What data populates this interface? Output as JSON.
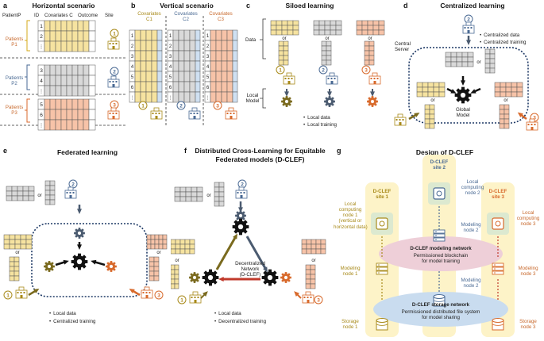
{
  "panels": {
    "a": {
      "letter": "a",
      "title": "Horizontal scenario",
      "patientp": "PatientP",
      "col_id": "ID",
      "col_cov": "Covariates C",
      "col_outcome": "Outcome",
      "col_site": "Site",
      "p1": "Patients",
      "p1b": "P1",
      "p2": "Patients",
      "p2b": "P2",
      "p3": "Patients",
      "p3b": "P3",
      "ids": [
        "1",
        "2",
        "⋮",
        "3",
        "4",
        "⋮",
        "5",
        "6",
        "⋮"
      ],
      "sites": [
        "1",
        "2",
        "3"
      ]
    },
    "b": {
      "letter": "b",
      "title": "Vertical scenario",
      "cov1": "Covariates",
      "c1": "C1",
      "cov2": "Covariates",
      "c2": "C2",
      "cov3": "Covariates",
      "c3": "C3",
      "ids": [
        "1",
        "2",
        "3",
        "4",
        "5",
        "6",
        "⋮"
      ],
      "sites": [
        "1",
        "2",
        "3"
      ]
    },
    "c": {
      "letter": "c",
      "title": "Siloed learning",
      "data": "Data",
      "or": "or",
      "local_model": "Local\nModel",
      "sites": [
        "1",
        "2",
        "3"
      ],
      "bullets": [
        "Local data",
        "Local training"
      ]
    },
    "d": {
      "letter": "d",
      "title": "Centralized learning",
      "central_server": "Central\nServer",
      "global_model": "Global\nModel",
      "or": "or",
      "sites": [
        "2",
        "1",
        "3"
      ],
      "bullets": [
        "Centralized data",
        "Centralized training"
      ]
    },
    "e": {
      "letter": "e",
      "title": "Federated learning",
      "or": "or",
      "sites": [
        "2",
        "1",
        "3"
      ],
      "bullets": [
        "Local data",
        "Centralized training"
      ]
    },
    "f": {
      "letter": "f",
      "title1": "Distributed Cross-Learning for Equitable",
      "title2": "Federated models (D-CLEF)",
      "network": "Decentralized\nNetwork\n(D-CLEF)",
      "or": "or",
      "sites": [
        "2",
        "1",
        "3"
      ],
      "bullets": [
        "Local data",
        "Decentralized training"
      ]
    },
    "g": {
      "letter": "g",
      "title": "Design of D-CLEF",
      "site1": "D-CLEF\nsite 1",
      "site2": "D-CLEF\nsite 2",
      "site3": "D-CLEF\nsite 3",
      "lcn1": "Local\ncomputing\nnode 1\n(vertical or\nhorizontal data)",
      "lcn2": "Local\ncomputing\nnode 2",
      "lcn3": "Local\ncomputing\nnode 3",
      "mn1": "Modeling\nnode 1",
      "mn2": "Modeling\nnode 2",
      "mn3": "Modeling\nnode 3",
      "sn1": "Storage\nnode 1",
      "sn2": "Modeling\nnode 2",
      "sn3": "Storage\nnode 3",
      "modnet_title": "D-CLEF modeling network",
      "modnet_sub": "Permissioned blockchain\nfor model training",
      "stornet_title": "D-CLEF storage network",
      "stornet_sub": "Permissioned distributed file system\nfor model sharing"
    }
  },
  "colors": {
    "yellow": "#f6e3a0",
    "gray": "#d9d9d9",
    "orange": "#f7c3a8",
    "blue": "#1f3a66",
    "gear_olive": "#7a6a1e",
    "gear_slate": "#4b5b70",
    "gear_orange": "#d86a2c"
  }
}
